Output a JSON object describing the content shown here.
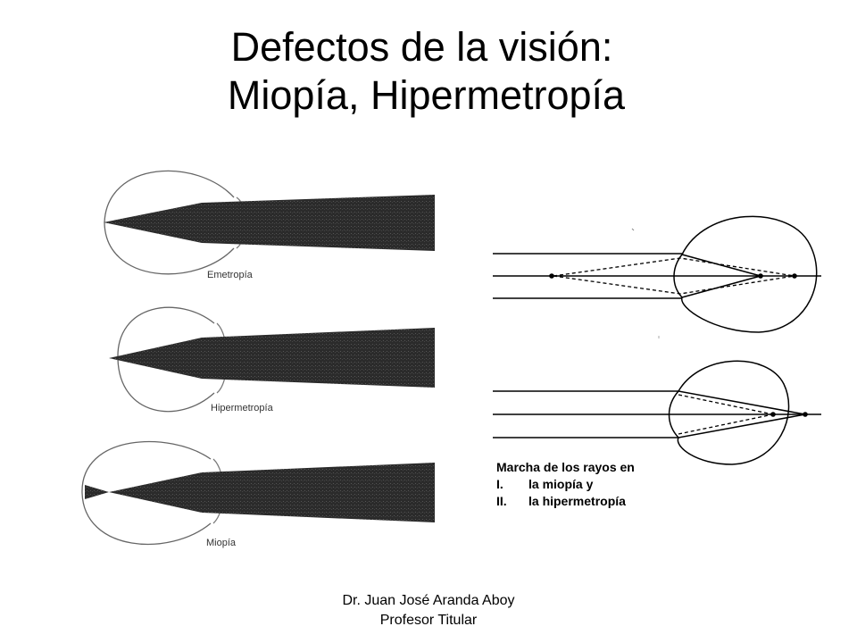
{
  "title": {
    "line1": "Defectos de la visión:",
    "line2": "Miopía, Hipermetropía"
  },
  "left_figure": {
    "labels": [
      "Emetropía",
      "Hipermetropía",
      "Miopía"
    ]
  },
  "caption": {
    "heading": "Marcha de los rayos en",
    "items": [
      {
        "num": "I.",
        "text": "la miopía y"
      },
      {
        "num": "II.",
        "text": "la hipermetropía"
      }
    ]
  },
  "footer": {
    "line1": "Dr. Juan José Aranda Aboy",
    "line2": "Profesor Titular"
  }
}
